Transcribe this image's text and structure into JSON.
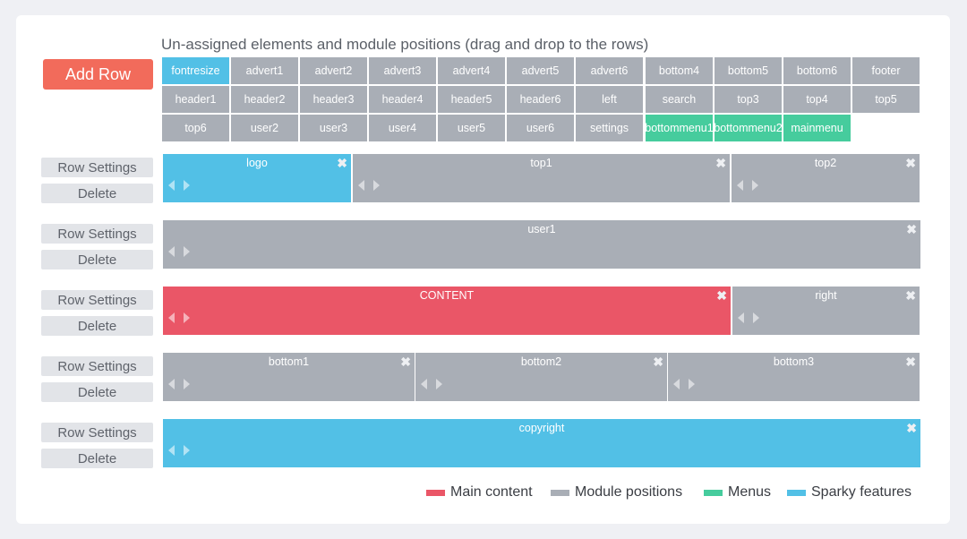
{
  "colors": {
    "main_content": "#ea5667",
    "module_positions": "#a9aeb6",
    "menus": "#46cc9d",
    "sparky_features": "#52c0e6",
    "add_row": "#f26b5b"
  },
  "add_row_label": "Add Row",
  "unassigned_title": "Un-assigned elements and module positions (drag and drop to the rows)",
  "unassigned": [
    {
      "label": "fontresize",
      "kind": "sparky"
    },
    {
      "label": "advert1",
      "kind": "module"
    },
    {
      "label": "advert2",
      "kind": "module"
    },
    {
      "label": "advert3",
      "kind": "module"
    },
    {
      "label": "advert4",
      "kind": "module"
    },
    {
      "label": "advert5",
      "kind": "module"
    },
    {
      "label": "advert6",
      "kind": "module"
    },
    {
      "label": "bottom4",
      "kind": "module"
    },
    {
      "label": "bottom5",
      "kind": "module"
    },
    {
      "label": "bottom6",
      "kind": "module"
    },
    {
      "label": "footer",
      "kind": "module"
    },
    {
      "label": "header1",
      "kind": "module"
    },
    {
      "label": "header2",
      "kind": "module"
    },
    {
      "label": "header3",
      "kind": "module"
    },
    {
      "label": "header4",
      "kind": "module"
    },
    {
      "label": "header5",
      "kind": "module"
    },
    {
      "label": "header6",
      "kind": "module"
    },
    {
      "label": "left",
      "kind": "module"
    },
    {
      "label": "search",
      "kind": "module"
    },
    {
      "label": "top3",
      "kind": "module"
    },
    {
      "label": "top4",
      "kind": "module"
    },
    {
      "label": "top5",
      "kind": "module"
    },
    {
      "label": "top6",
      "kind": "module"
    },
    {
      "label": "user2",
      "kind": "module"
    },
    {
      "label": "user3",
      "kind": "module"
    },
    {
      "label": "user4",
      "kind": "module"
    },
    {
      "label": "user5",
      "kind": "module"
    },
    {
      "label": "user6",
      "kind": "module"
    },
    {
      "label": "settings",
      "kind": "module"
    },
    {
      "label": "bottommenu1",
      "kind": "menu"
    },
    {
      "label": "bottommenu2",
      "kind": "menu"
    },
    {
      "label": "mainmenu",
      "kind": "menu"
    }
  ],
  "row_settings_label": "Row Settings",
  "delete_label": "Delete",
  "close_glyph": "✖",
  "rows": [
    {
      "blocks": [
        {
          "label": "logo",
          "kind": "sparky"
        },
        {
          "label": "top1",
          "kind": "module"
        },
        {
          "label": "top2",
          "kind": "module"
        }
      ]
    },
    {
      "blocks": [
        {
          "label": "user1",
          "kind": "module"
        }
      ]
    },
    {
      "blocks": [
        {
          "label": "CONTENT",
          "kind": "content"
        },
        {
          "label": "right",
          "kind": "module"
        }
      ]
    },
    {
      "blocks": [
        {
          "label": "bottom1",
          "kind": "module"
        },
        {
          "label": "bottom2",
          "kind": "module"
        },
        {
          "label": "bottom3",
          "kind": "module"
        }
      ]
    },
    {
      "blocks": [
        {
          "label": "copyright",
          "kind": "sparky"
        }
      ]
    }
  ],
  "legend": [
    {
      "label": "Main content",
      "kind": "content"
    },
    {
      "label": "Module positions",
      "kind": "module"
    },
    {
      "label": "Menus",
      "kind": "menu"
    },
    {
      "label": "Sparky features",
      "kind": "sparky"
    }
  ]
}
